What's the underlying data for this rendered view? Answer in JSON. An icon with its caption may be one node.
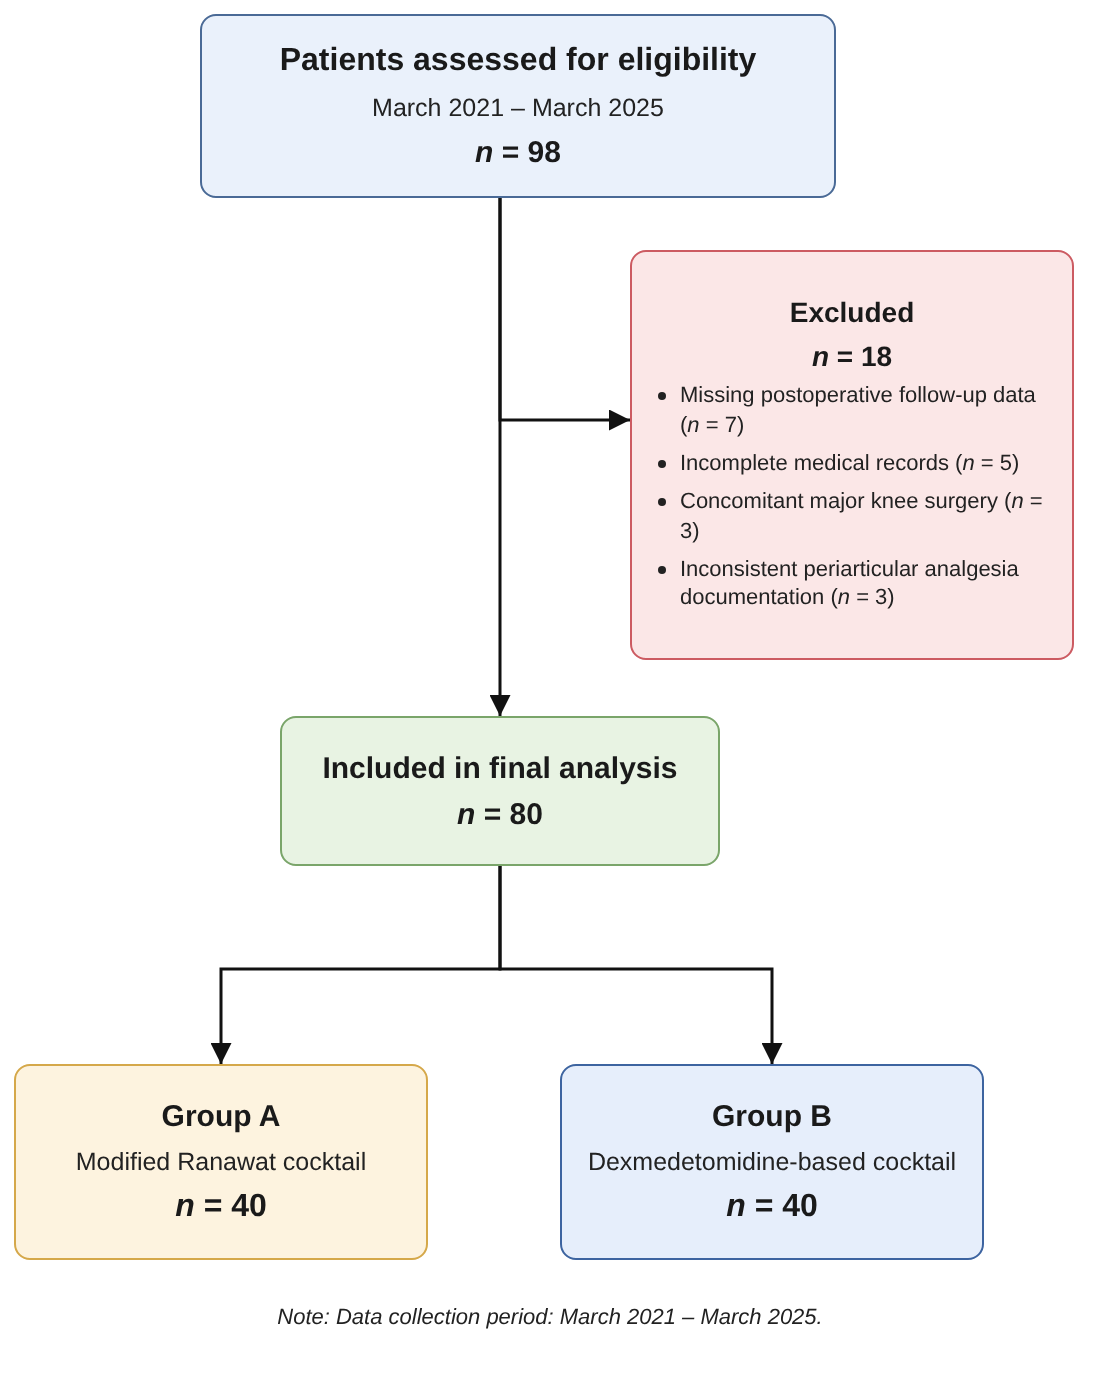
{
  "diagram": {
    "nodes": [
      {
        "text": [
          "Patients assessed for eligibility",
          "March 2021 – March 2025",
          "*n* = 98"
        ]
      },
      {
        "text": [
          "Excluded",
          "*n* = 18",
          "Missing postoperative follow-up data (*n* = 7)",
          "Incomplete medical records (*n* = 5)",
          "Concomitant major knee surgery (*n* = 3)",
          "Inconsistent periarticular analgesia documentation (*n* = 3)"
        ]
      },
      {
        "text": [
          "Included in final analysis",
          "*n* = 80"
        ]
      },
      {
        "text": [
          "Group A",
          "Modified Ranawat cocktail",
          "*n* = 40"
        ]
      },
      {
        "text": [
          "Group B",
          "Dexmedetomidine-based cocktail",
          "*n* = 40"
        ]
      }
    ],
    "edges": [
      {
        "from": 0,
        "to": 1,
        "arrow": "to"
      },
      {
        "from": 0,
        "to": 2,
        "arrow": "to"
      },
      {
        "from": 2,
        "to": 3,
        "arrow": "to"
      },
      {
        "from": 2,
        "to": 4,
        "arrow": "to"
      }
    ],
    "labels": [
      "Note: Data collection period: March 2021 – March 2025."
    ]
  }
}
